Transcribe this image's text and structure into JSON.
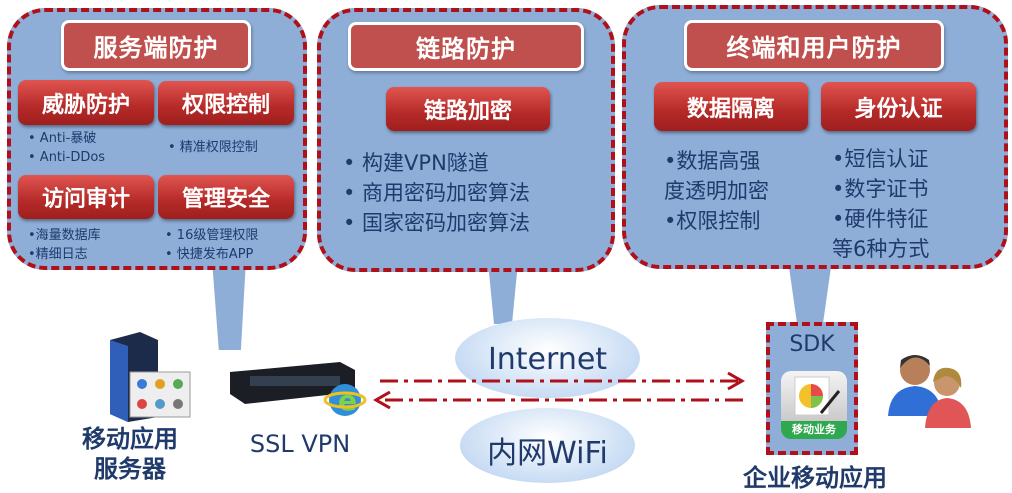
{
  "server_panel": {
    "title": "服务端防护",
    "buttons": [
      "威胁防护",
      "权限控制",
      "访问审计",
      "管理安全"
    ],
    "threat_items": [
      "• Anti-暴破",
      "• Anti-DDos"
    ],
    "perm_items": [
      "• 精准权限控制"
    ],
    "audit_items": [
      "•海量数据库",
      "•精细日志"
    ],
    "mgmt_items": [
      "• 16级管理权限",
      "• 快捷发布APP"
    ]
  },
  "link_panel": {
    "title": "链路防护",
    "button": "链路加密",
    "items": [
      "• 构建VPN隧道",
      "• 商用密码加密算法",
      "• 国家密码加密算法"
    ]
  },
  "terminal_panel": {
    "title": "终端和用户防护",
    "buttons": [
      "数据隔离",
      "身份认证"
    ],
    "isolation_items": [
      "•数据高强",
      "度透明加密",
      "•权限控制"
    ],
    "auth_items": [
      "•短信认证",
      "•数字证书",
      "•硬件特征",
      "等6种方式"
    ]
  },
  "bottom": {
    "server_label_1": "移动应用",
    "server_label_2": "服务器",
    "vpn_label": "SSL VPN",
    "cloud_internet": "Internet",
    "cloud_wifi": "内网WiFi",
    "sdk": "SDK",
    "app_icon_label": "移动业务",
    "enterprise_label": "企业移动应用"
  },
  "colors": {
    "bubble": "#8eaed8",
    "dash": "#b0101a",
    "header": "#c0504d",
    "text": "#1f3a6b"
  }
}
